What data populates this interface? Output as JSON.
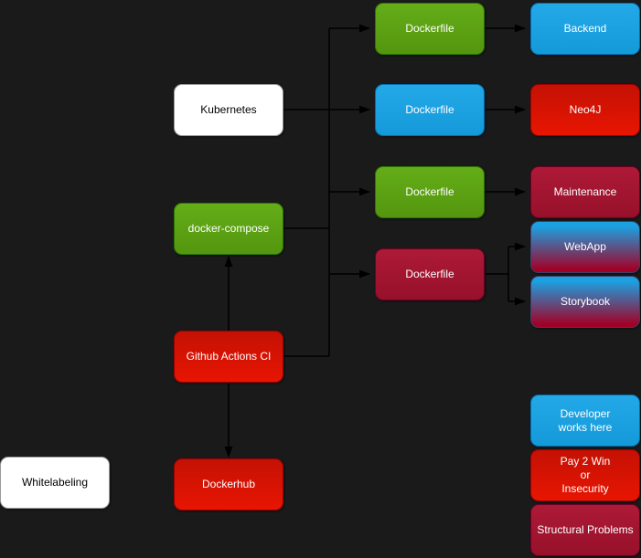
{
  "diagram": {
    "title": "Docker / CI architecture flowchart",
    "colors": {
      "background": "#1a1a1a",
      "edge": "#000000",
      "green": "#60a917",
      "blue": "#1ba1e2",
      "red": "#e51400",
      "crimson": "#a20025",
      "white": "#ffffff",
      "gradient_blue_to_crimson": [
        "#1ba1e2",
        "#a20025"
      ]
    },
    "nodes": {
      "kubernetes": {
        "label": "Kubernetes",
        "fill": "#ffffff"
      },
      "docker_compose": {
        "label": "docker-compose",
        "fill": "#60a917"
      },
      "github_actions": {
        "label": "Github Actions CI",
        "fill": "#e51400"
      },
      "dockerhub": {
        "label": "Dockerhub",
        "fill": "#e51400"
      },
      "whitelabeling": {
        "label": "Whitelabeling",
        "fill": "#ffffff"
      },
      "dockerfile_backend": {
        "label": "Dockerfile",
        "fill": "#60a917"
      },
      "dockerfile_neo4j": {
        "label": "Dockerfile",
        "fill": "#1ba1e2"
      },
      "dockerfile_maintenance": {
        "label": "Dockerfile",
        "fill": "#60a917"
      },
      "dockerfile_webapp": {
        "label": "Dockerfile",
        "fill": "#a20025"
      },
      "backend": {
        "label": "Backend",
        "fill": "#1ba1e2"
      },
      "neo4j": {
        "label": "Neo4J",
        "fill": "#e51400"
      },
      "maintenance": {
        "label": "Maintenance",
        "fill": "#a20025"
      },
      "webapp": {
        "label": "WebApp",
        "fill": "gradient:#1ba1e2-#a20025"
      },
      "storybook": {
        "label": "Storybook",
        "fill": "gradient:#1ba1e2-#a20025"
      },
      "developer_works_here": {
        "label": "Developer\nworks here",
        "fill": "#1ba1e2"
      },
      "pay_2_win": {
        "label": "Pay 2 Win\nor\nInsecurity",
        "fill": "#e51400"
      },
      "structural_problems": {
        "label": "Structural Problems",
        "fill": "#a20025"
      }
    },
    "edges": [
      {
        "from": "kubernetes",
        "to": "dockerfile-bus"
      },
      {
        "from": "docker_compose",
        "to": "dockerfile-bus"
      },
      {
        "from": "github_actions",
        "to": "dockerfile-bus"
      },
      {
        "from": "dockerfile-bus",
        "to": "dockerfile_backend",
        "arrow": true
      },
      {
        "from": "dockerfile-bus",
        "to": "dockerfile_neo4j",
        "arrow": true
      },
      {
        "from": "dockerfile-bus",
        "to": "dockerfile_maintenance",
        "arrow": true
      },
      {
        "from": "dockerfile-bus",
        "to": "dockerfile_webapp",
        "arrow": true
      },
      {
        "from": "dockerfile_backend",
        "to": "backend",
        "arrow": true
      },
      {
        "from": "dockerfile_neo4j",
        "to": "neo4j",
        "arrow": true
      },
      {
        "from": "dockerfile_maintenance",
        "to": "maintenance",
        "arrow": true
      },
      {
        "from": "dockerfile_webapp",
        "to": "webapp",
        "arrow": true
      },
      {
        "from": "dockerfile_webapp",
        "to": "storybook",
        "arrow": true
      },
      {
        "from": "github_actions",
        "to": "docker_compose",
        "arrow": true
      },
      {
        "from": "github_actions",
        "to": "dockerhub",
        "arrow": true
      }
    ]
  }
}
